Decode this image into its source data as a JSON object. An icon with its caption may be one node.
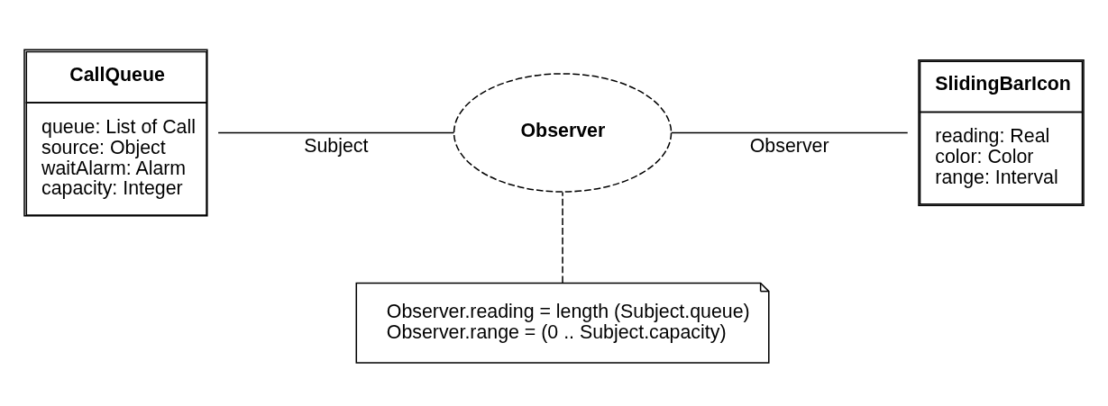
{
  "diagram": {
    "nodes": [
      {
        "text": [
          "CallQueue",
          "queue: List of Call",
          "source: Object",
          "waitAlarm: Alarm",
          "capacity: Integer"
        ]
      },
      {
        "text": [
          "Observer"
        ]
      },
      {
        "text": [
          "SlidingBarIcon",
          "reading: Real",
          "color: Color",
          "range: Interval"
        ]
      },
      {
        "text": [
          "Observer.reading = length (Subject.queue)",
          "Observer.range = (0 .. Subject.capacity)"
        ]
      }
    ],
    "edges": [
      {
        "from": 0,
        "to": 1,
        "arrow": "none",
        "label": "Subject"
      },
      {
        "from": 1,
        "to": 2,
        "arrow": "none",
        "label": "Observer"
      },
      {
        "from": 3,
        "to": 1,
        "arrow": "none",
        "style": "dashed"
      }
    ]
  }
}
